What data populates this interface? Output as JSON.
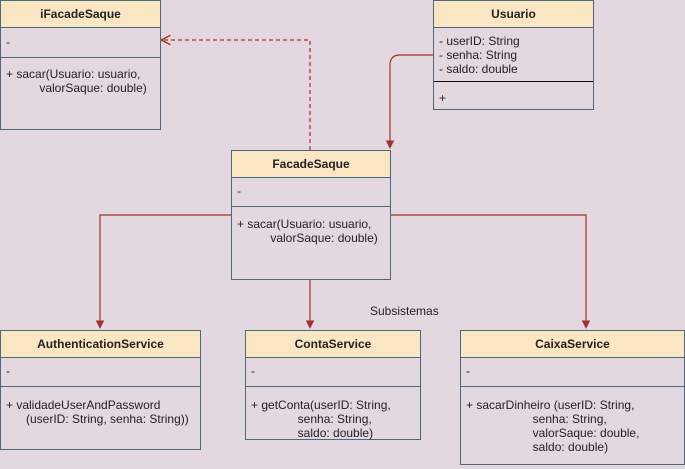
{
  "classes": {
    "ifacade": {
      "name": "iFacadeSaque",
      "attributes": [
        "-"
      ],
      "operations": [
        "+ sacar(Usuario: usuario,",
        "          valorSaque: double)"
      ]
    },
    "usuario": {
      "name": "Usuario",
      "attributes": [
        "- userID: String",
        "- senha: String",
        "- saldo: double"
      ],
      "operations": [
        "+"
      ]
    },
    "facade": {
      "name": "FacadeSaque",
      "attributes": [
        "-"
      ],
      "operations": [
        "+ sacar(Usuario: usuario,",
        "          valorSaque: double)"
      ]
    },
    "auth": {
      "name": "AuthenticationService",
      "attributes": [
        "-"
      ],
      "operations": [
        "+ validadeUserAndPassword",
        "      (userID: String, senha: String))"
      ]
    },
    "conta": {
      "name": "ContaService",
      "attributes": [
        "-"
      ],
      "operations": [
        "+ getConta(userID: String,",
        "              senha: String,",
        "              saldo: double)"
      ]
    },
    "caixa": {
      "name": "CaixaService",
      "attributes": [
        "-"
      ],
      "operations": [
        "+ sacarDinheiro (userID: String,",
        "                    senha: String,",
        "                    valorSaque: double,",
        "                    saldo: double)"
      ]
    }
  },
  "labels": {
    "subsystems": "Subsistemas"
  },
  "colors": {
    "header": "#fbe6c3",
    "border": "#4a6a7a",
    "arrow": "#a3312a",
    "background": "#e3d8df"
  }
}
